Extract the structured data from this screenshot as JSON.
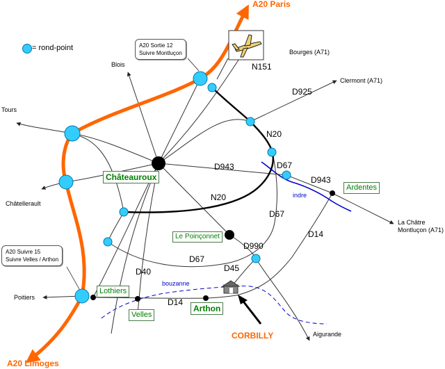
{
  "legend": {
    "label": "= rond-point",
    "color": "#33ccff"
  },
  "highways": {
    "paris": "A20 Paris",
    "limoges": "A20 Limoges",
    "color": "#ff6600"
  },
  "callouts": {
    "north": [
      "A20      Sortie 12",
      "Suivre Montluçon"
    ],
    "south": [
      "A20 Suivre 15",
      "Suivre Velles / Arthon"
    ]
  },
  "destinations": {
    "bourges": "Bourges (A71)",
    "clermont": "Clermont (A71)",
    "blois": "Blois",
    "tours": "Tours",
    "chatellerault": "Châtellerault",
    "poitiers": "Poitiers",
    "aigurande": "Aigurande",
    "la_chatre_1": "La Châtre",
    "la_chatre_2": "Montluçon (A71)"
  },
  "roads": {
    "n151": "N151",
    "d925": "D925",
    "n20_north": "N20",
    "d67_east": "D67",
    "d943_west": "D943",
    "d943_east": "D943",
    "n20_south": "N20",
    "d67_mid": "D67",
    "d14_east": "D14",
    "d990": "D990",
    "d67_south": "D67",
    "d45": "D45",
    "d40": "D40",
    "d14_south": "D14"
  },
  "rivers": {
    "indre": "indre",
    "bouzanne": "bouzanne",
    "color": "#0000cc"
  },
  "towns": {
    "chateauroux": "Châteauroux",
    "ardentes": "Ardentes",
    "le_poinconnet": "Le Poinçonnet",
    "lothiers": "Lothiers",
    "velles": "Velles",
    "arthon": "Arthon",
    "corbilly": "CORBILLY"
  },
  "icons": [
    "airplane-icon",
    "house-icon"
  ]
}
